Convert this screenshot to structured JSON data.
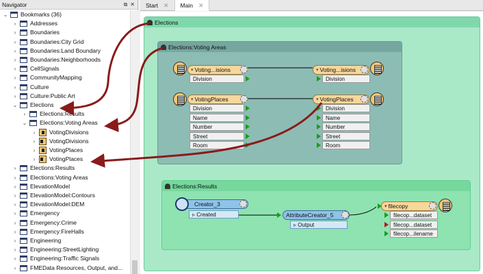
{
  "navigator": {
    "title": "Navigator",
    "items": [
      {
        "label": "Bookmarks (36)",
        "arrow": "⌄",
        "icon": "bookmark"
      },
      {
        "label": "Addresses",
        "arrow": "›",
        "icon": "bookmark"
      },
      {
        "label": "Boundaries",
        "arrow": "›",
        "icon": "bookmark"
      },
      {
        "label": "Boundaries:City Grid",
        "arrow": "›",
        "icon": "bookmark"
      },
      {
        "label": "Boundaries:Land Boundary",
        "arrow": "›",
        "icon": "bookmark"
      },
      {
        "label": "Boundaries:Neighborhoods",
        "arrow": "›",
        "icon": "bookmark"
      },
      {
        "label": "CellSignals",
        "arrow": "›",
        "icon": "bookmark"
      },
      {
        "label": "CommunityMapping",
        "arrow": "›",
        "icon": "bookmark"
      },
      {
        "label": "Culture",
        "arrow": "›",
        "icon": "bookmark"
      },
      {
        "label": "Culture:Public Art",
        "arrow": "›",
        "icon": "bookmark"
      },
      {
        "label": "Elections",
        "arrow": "⌄",
        "icon": "bookmark"
      },
      {
        "label": "Elections:Results",
        "arrow": "›",
        "icon": "bookmark"
      },
      {
        "label": "Elections:Voting Areas",
        "arrow": "⌄",
        "icon": "bookmark"
      },
      {
        "label": "VotingDivisions",
        "arrow": "›",
        "icon": "transformer-out"
      },
      {
        "label": "VotingDivisions",
        "arrow": "›",
        "icon": "transformer-in"
      },
      {
        "label": "VotingPlaces",
        "arrow": "›",
        "icon": "transformer-out"
      },
      {
        "label": "VotingPlaces",
        "arrow": "›",
        "icon": "transformer-in"
      },
      {
        "label": "Elections:Results",
        "arrow": "›",
        "icon": "bookmark"
      },
      {
        "label": "Elections:Voting Areas",
        "arrow": "›",
        "icon": "bookmark"
      },
      {
        "label": "ElevationModel",
        "arrow": "›",
        "icon": "bookmark"
      },
      {
        "label": "ElevationModel:Contours",
        "arrow": "›",
        "icon": "bookmark"
      },
      {
        "label": "ElevationModel:DEM",
        "arrow": "›",
        "icon": "bookmark"
      },
      {
        "label": "Emergency",
        "arrow": "›",
        "icon": "bookmark"
      },
      {
        "label": "Emergency:Crime",
        "arrow": "›",
        "icon": "bookmark"
      },
      {
        "label": "Emergency:FireHalls",
        "arrow": "›",
        "icon": "bookmark"
      },
      {
        "label": "Engineering",
        "arrow": "›",
        "icon": "bookmark"
      },
      {
        "label": "Engineering:StreetLighting",
        "arrow": "›",
        "icon": "bookmark"
      },
      {
        "label": "Engineering:Traffic Signals",
        "arrow": "›",
        "icon": "bookmark"
      },
      {
        "label": "FMEData Resources, Output, and...",
        "arrow": "›",
        "icon": "bookmark"
      }
    ]
  },
  "tabs": [
    {
      "label": "Start",
      "close": "✕"
    },
    {
      "label": "Main",
      "close": "✕"
    }
  ],
  "canvas": {
    "bm_elections": "Elections",
    "bm_voting": "Elections:Voting Areas",
    "bm_results": "Elections:Results",
    "vd_reader": {
      "title": "Voting...isions",
      "ports": [
        "Division"
      ]
    },
    "vd_writer": {
      "title": "Voting...isions",
      "ports": [
        "Division"
      ]
    },
    "vp_reader": {
      "title": "VotingPlaces",
      "ports": [
        "Division",
        "Name",
        "Number",
        "Street",
        "Room"
      ]
    },
    "vp_writer": {
      "title": "VotingPlaces",
      "ports": [
        "Division",
        "Name",
        "Number",
        "Street",
        "Room"
      ]
    },
    "creator": {
      "title": "Creator_3",
      "port": "Created"
    },
    "attrcreator": {
      "title": "AttributeCreator_5",
      "port": "Output"
    },
    "filecopy": {
      "title": "filecopy",
      "ports": [
        "filecop...dataset",
        "filecop...dataset",
        "filecop...ilename"
      ]
    }
  },
  "colors": {
    "annotation_arrow": "#8b1a1a",
    "elections_bg": "#a9e9c8",
    "voting_bg": "#8dbcb4",
    "results_bg": "#8ee3b0",
    "reader_hd": "#f8d79a",
    "writer_hd": "#f8d79a",
    "creator_hd": "#8fc3e8"
  }
}
